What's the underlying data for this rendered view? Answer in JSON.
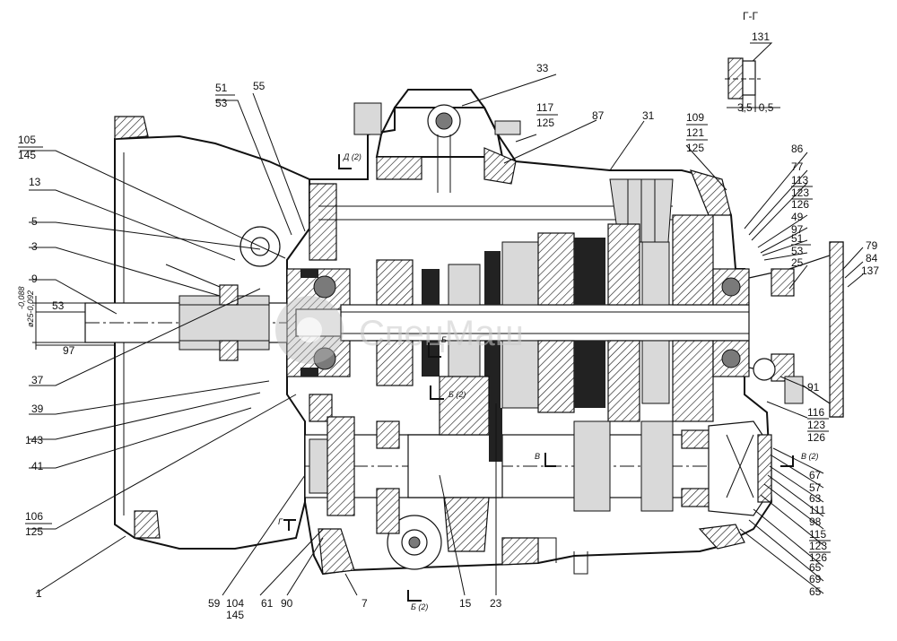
{
  "labels_left": [
    "105",
    "145",
    "13",
    "5",
    "3",
    "9",
    "37",
    "39",
    "143",
    "41",
    "106",
    "125",
    "1"
  ],
  "labels_top": [
    "51",
    "53",
    "55",
    "33",
    "117",
    "125",
    "87",
    "31",
    "109",
    "121",
    "125"
  ],
  "labels_right": [
    "86",
    "77",
    "113",
    "123",
    "126",
    "49",
    "97",
    "51",
    "53",
    "25",
    "79",
    "84",
    "137",
    "91",
    "116",
    "123",
    "126",
    "67",
    "57",
    "63",
    "111",
    "98",
    "115",
    "123",
    "126",
    "65",
    "69",
    "65"
  ],
  "labels_bottom": [
    "59",
    "104",
    "145",
    "61",
    "90",
    "7",
    "15",
    "23"
  ],
  "dimensions": {
    "d1": "53",
    "d2": "97",
    "tol": "-0,088",
    "dia": "ø25-0,092",
    "gap": "3,5+0,5"
  },
  "section_marks": {
    "gg": "Г-Г",
    "gg_small": "Г",
    "d2": "Д (2)",
    "b2": "Б (2)",
    "b2_bottom": "Б (2)",
    "v2": "В (2)",
    "v": "В",
    "b": "Б"
  },
  "section_gg_num": "131",
  "watermark": "СпецМаш"
}
